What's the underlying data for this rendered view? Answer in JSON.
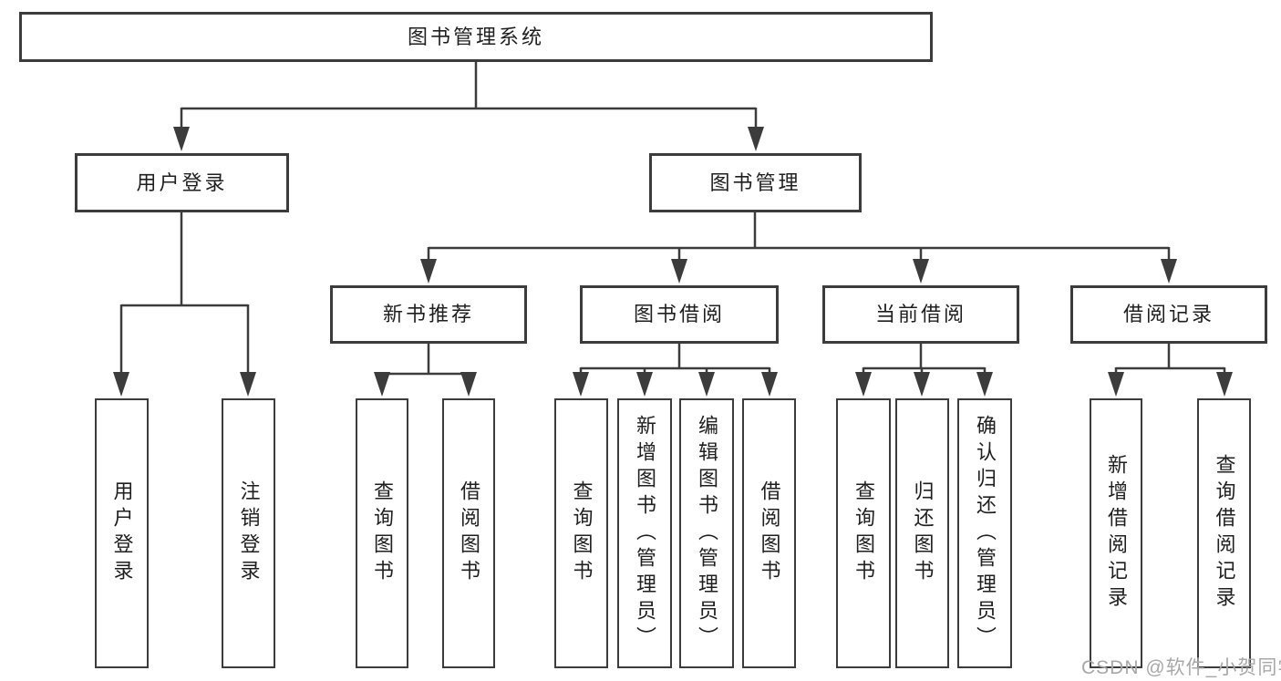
{
  "nodes": {
    "root": {
      "label": "图书管理系统"
    },
    "level2": [
      {
        "label": "用户登录"
      },
      {
        "label": "图书管理"
      }
    ],
    "level3": [
      {
        "label": "新书推荐"
      },
      {
        "label": "图书借阅"
      },
      {
        "label": "当前借阅"
      },
      {
        "label": "借阅记录"
      }
    ],
    "leaves": [
      {
        "label": "用户登录"
      },
      {
        "label": "注销登录"
      },
      {
        "label": "查询图书"
      },
      {
        "label": "借阅图书"
      },
      {
        "label": "查询图书"
      },
      {
        "label": "新增图书（管理员）"
      },
      {
        "label": "编辑图书（管理员）"
      },
      {
        "label": "借阅图书"
      },
      {
        "label": "查询图书"
      },
      {
        "label": "归还图书"
      },
      {
        "label": "确认归还（管理员）"
      },
      {
        "label": "新增借阅记录"
      },
      {
        "label": "查询借阅记录"
      }
    ]
  },
  "watermark": "CSDN @软件_小贺同学",
  "colors": {
    "line": "#3c3c3c",
    "box_border": "#3c3c3c",
    "text": "#1f1f1f",
    "watermark": "#a8a8a8",
    "background": "#ffffff"
  }
}
